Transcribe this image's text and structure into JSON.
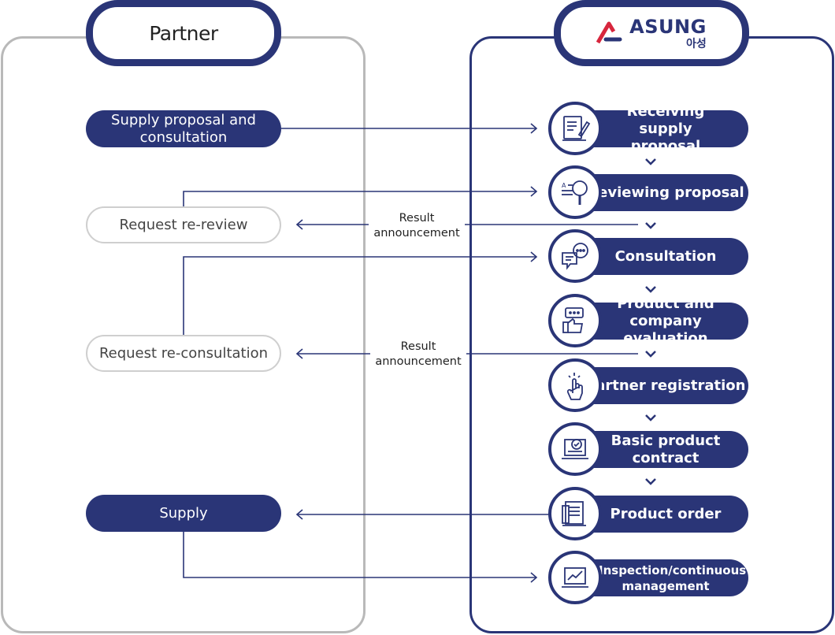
{
  "headers": {
    "partner_title": "Partner",
    "brand_name": "ASUNG",
    "brand_korean": "아성"
  },
  "partner_items": [
    {
      "label": "Supply proposal and consultation",
      "style": "filled"
    },
    {
      "label": "Request re-review",
      "style": "outline"
    },
    {
      "label": "Request re-consultation",
      "style": "outline"
    },
    {
      "label": "Supply",
      "style": "filled"
    }
  ],
  "asung_steps": [
    {
      "label": "Receiving supply proposal",
      "icon": "document-pen-icon"
    },
    {
      "label": "Reviewing proposal",
      "icon": "magnifier-document-icon"
    },
    {
      "label": "Consultation",
      "icon": "chat-bubbles-icon"
    },
    {
      "label": "Product and company evaluation",
      "icon": "thumbs-up-icon"
    },
    {
      "label": "Partner registration",
      "icon": "hand-click-icon"
    },
    {
      "label": "Basic product contract",
      "icon": "laptop-check-icon"
    },
    {
      "label": "Product order",
      "icon": "order-form-icon"
    },
    {
      "label": "Inspection/continuous management",
      "icon": "monitor-chart-icon"
    }
  ],
  "connector_labels": {
    "result_1": "Result\nannouncement",
    "result_2": "Result\nannouncement"
  },
  "colors": {
    "navy": "#2a3577",
    "brand_red": "#d7263d",
    "grey_border": "#b9b9b9"
  }
}
